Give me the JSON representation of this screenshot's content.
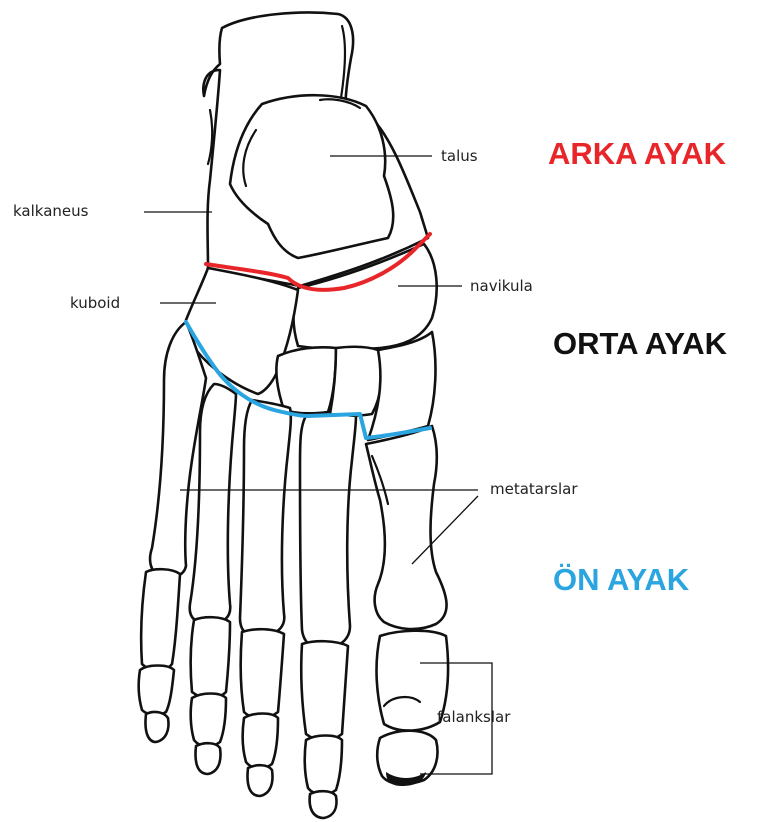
{
  "labels": {
    "talus": "talus",
    "kalkaneus": "kalkaneus",
    "kuboid": "kuboid",
    "navikula": "navikula",
    "metatarslar": "metatarslar",
    "falankslar": "falankslar"
  },
  "regions": {
    "hindfoot": {
      "text": "ARKA AYAK",
      "color": "#e8262a"
    },
    "midfoot": {
      "text": "ORTA AYAK",
      "color": "#111111"
    },
    "forefoot": {
      "text": "ÖN AYAK",
      "color": "#2aa5e0"
    }
  },
  "boundaries": {
    "hindfoot_midfoot_color": "#e8262a",
    "midfoot_forefoot_color": "#2aa5e0"
  }
}
